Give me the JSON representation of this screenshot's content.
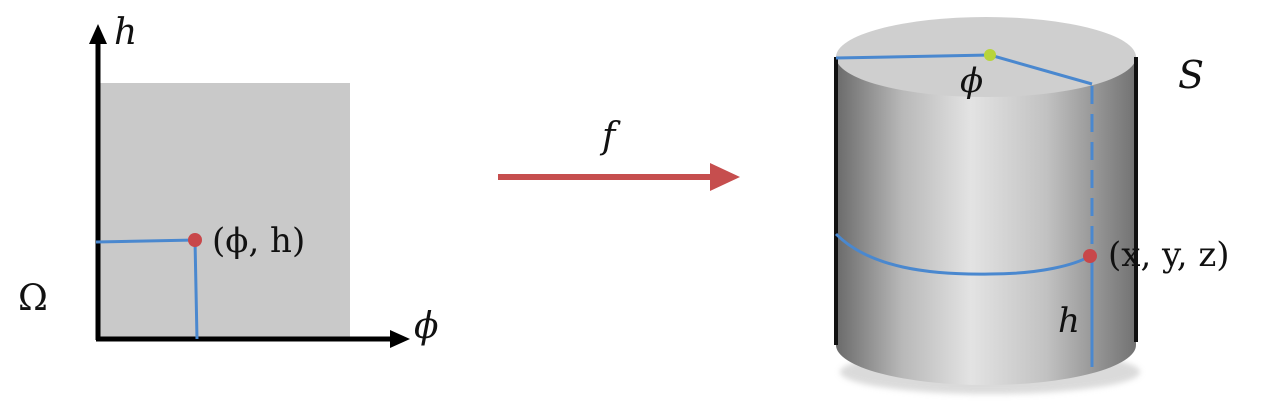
{
  "colors": {
    "axis": "#000000",
    "domain_fill": "#c9c9c9",
    "blue": "#4a88cf",
    "red": "#c8474a",
    "yellowgreen": "#b8d43a",
    "arrow": "#c64e4e",
    "cyl_top": "#cfcfcf",
    "cyl_edge_dark": "#6d6d6d",
    "cyl_mid_light": "#e6e6e6"
  },
  "labels": {
    "h_axis": "h",
    "phi_axis": "ϕ",
    "omega": "Ω",
    "point_param": "(ϕ, h)",
    "map": "f",
    "surface": "S",
    "phi_top": "ϕ",
    "h_side": "h",
    "point_surface": "(x, y, z)"
  }
}
